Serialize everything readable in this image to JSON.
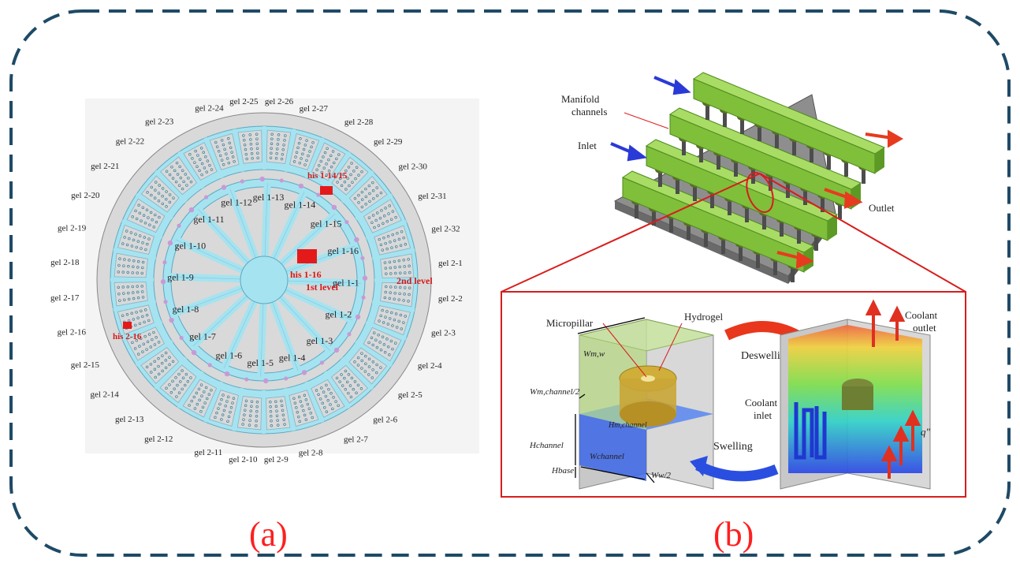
{
  "panel_a": {
    "label": "(a)",
    "title_1st": "1st level",
    "title_2nd": "2nd level",
    "center_label": "his 1-16",
    "upper_label": "his 1-14/15",
    "left_label": "his 2-16",
    "inner_gels": [
      "gel 1-1",
      "gel 1-2",
      "gel 1-3",
      "gel 1-4",
      "gel 1-5",
      "gel 1-6",
      "gel 1-7",
      "gel 1-8",
      "gel 1-9",
      "gel 1-10",
      "gel 1-11",
      "gel 1-12",
      "gel 1-13",
      "gel 1-14",
      "gel 1-15",
      "gel 1-16"
    ],
    "outer_gels": [
      "gel 2-1",
      "gel 2-2",
      "gel 2-3",
      "gel 2-4",
      "gel 2-5",
      "gel 2-6",
      "gel 2-7",
      "gel 2-8",
      "gel 2-9",
      "gel 2-10",
      "gel 2-11",
      "gel 2-12",
      "gel 2-13",
      "gel 2-14",
      "gel 2-15",
      "gel 2-16",
      "gel 2-17",
      "gel 2-18",
      "gel 2-19",
      "gel 2-20",
      "gel 2-21",
      "gel 2-22",
      "gel 2-23",
      "gel 2-24",
      "gel 2-25",
      "gel 2-26",
      "gel 2-27",
      "gel 2-28",
      "gel 2-29",
      "gel 2-30",
      "gel 2-31",
      "gel 2-32"
    ]
  },
  "panel_b": {
    "label": "(b)",
    "manifold_channels": "Manifold channels",
    "inlet": "Inlet",
    "outlet": "Outlet",
    "micropillar": "Micropillar",
    "hydrogel": "Hydrogel",
    "deswelling": "Deswelling",
    "swelling": "Swelling",
    "coolant_outlet": "Coolant outlet",
    "coolant_inlet": "Coolant inlet",
    "q_label": "q\"",
    "w_mw": "Wm,w",
    "w_mchannel_half": "Wm,channel/2",
    "h_mchannel": "Hm,channel",
    "h_channel": "Hchannel",
    "w_channel": "Wchannel",
    "h_base": "Hbase",
    "w_w_half": "Ww/2"
  },
  "colors": {
    "frame": "#1e4a66",
    "accent_red": "#ff1f1f",
    "ring_blue": "#a6e3f0",
    "manifold_green": "#8cc63f"
  }
}
